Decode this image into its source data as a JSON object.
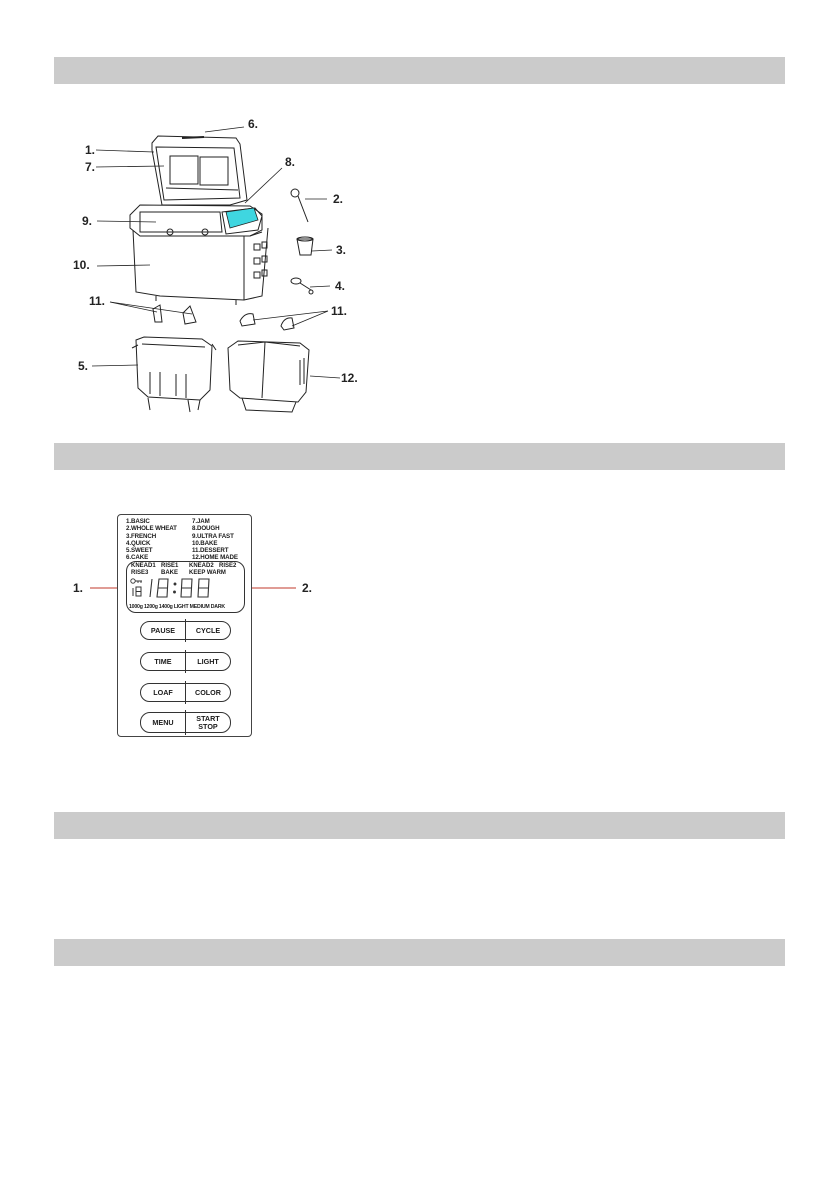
{
  "section_bars": [
    {
      "id": "bar-1",
      "title": ""
    },
    {
      "id": "bar-2",
      "title": ""
    },
    {
      "id": "bar-3",
      "title": ""
    },
    {
      "id": "bar-4",
      "title": ""
    }
  ],
  "figure1": {
    "description": "Bread maker exploded parts view",
    "labels": {
      "l1": "1.",
      "l2": "2.",
      "l3": "3.",
      "l4": "4.",
      "l5": "5.",
      "l6": "6.",
      "l7": "7.",
      "l8": "8.",
      "l9": "9.",
      "l10": "10.",
      "l11a": "11.",
      "l11b": "11.",
      "l12": "12."
    },
    "colors": {
      "panel_accent": "#3fd6e0",
      "line": "#222222"
    }
  },
  "figure2": {
    "description": "Control panel",
    "callouts": {
      "c1": "1.",
      "c2": "2."
    },
    "callout_line_color": "#c0392b",
    "menu_left": [
      "1.BASIC",
      "2.WHOLE  WHEAT",
      "3.FRENCH",
      "4.QUICK",
      "5.SWEET",
      "6.CAKE"
    ],
    "menu_right": [
      "7.JAM",
      "8.DOUGH",
      "9.ULTRA  FAST",
      "10.BAKE",
      "11.DESSERT",
      "12.HOME  MADE"
    ],
    "lcd": {
      "stage_row1": [
        "KNEAD1",
        "RISE1",
        "KNEAD2",
        "RISE2"
      ],
      "stage_row2": [
        "RISE3",
        "BAKE",
        "KEEP  WARM"
      ],
      "program_digits": "18",
      "time_digits": "18:88",
      "bottom": "1000g 1200g 1400g  LIGHT  MEDIUM  DARK"
    },
    "buttons": [
      {
        "left": "PAUSE",
        "right": "CYCLE"
      },
      {
        "left": "TIME",
        "right": "LIGHT"
      },
      {
        "left": "LOAF",
        "right": "COLOR"
      },
      {
        "left": "MENU",
        "right": "START\nSTOP"
      }
    ]
  }
}
